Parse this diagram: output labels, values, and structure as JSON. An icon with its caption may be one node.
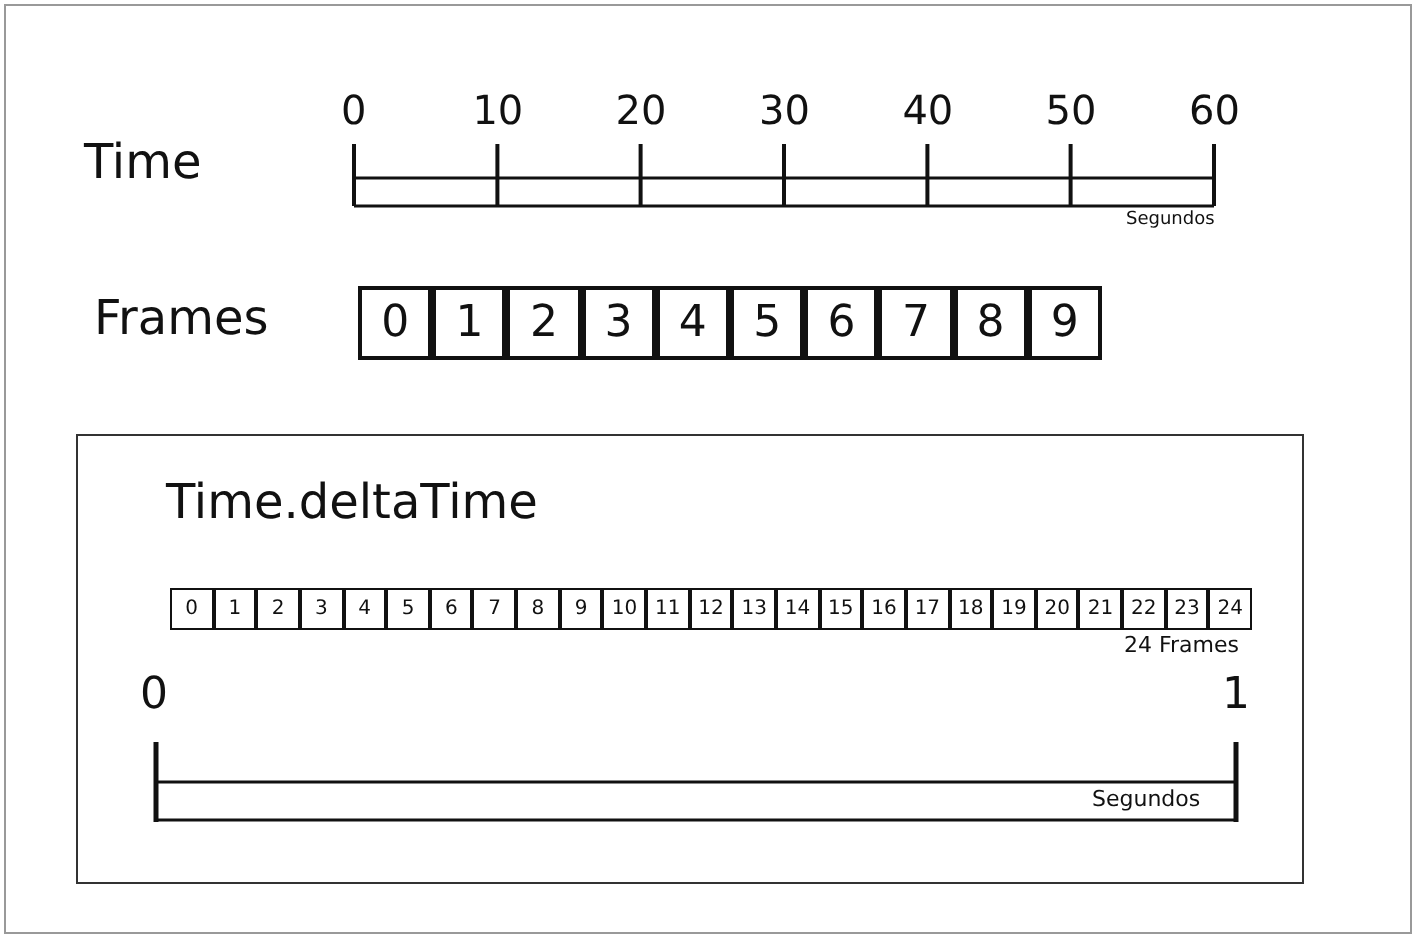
{
  "diagram": {
    "nodes": [
      {
        "text": [
          "0"
        ]
      },
      {
        "text": [
          "1"
        ]
      },
      {
        "text": [
          "2"
        ]
      },
      {
        "text": [
          "3"
        ]
      },
      {
        "text": [
          "4"
        ]
      },
      {
        "text": [
          "5"
        ]
      },
      {
        "text": [
          "6"
        ]
      },
      {
        "text": [
          "7"
        ]
      },
      {
        "text": [
          "8"
        ]
      },
      {
        "text": [
          "9"
        ]
      },
      {
        "text": [
          "Time.deltaTime"
        ]
      },
      {
        "text": [
          "0"
        ],
        "in": 10
      },
      {
        "text": [
          "1"
        ],
        "in": 10
      },
      {
        "text": [
          "2"
        ],
        "in": 10
      },
      {
        "text": [
          "3"
        ],
        "in": 10
      },
      {
        "text": [
          "4"
        ],
        "in": 10
      },
      {
        "text": [
          "5"
        ],
        "in": 10
      },
      {
        "text": [
          "6"
        ],
        "in": 10
      },
      {
        "text": [
          "7"
        ],
        "in": 10
      },
      {
        "text": [
          "8"
        ],
        "in": 10
      },
      {
        "text": [
          "9"
        ],
        "in": 10
      },
      {
        "text": [
          "10"
        ],
        "in": 10
      },
      {
        "text": [
          "11"
        ],
        "in": 10
      },
      {
        "text": [
          "12"
        ],
        "in": 10
      },
      {
        "text": [
          "13"
        ],
        "in": 10
      },
      {
        "text": [
          "14"
        ],
        "in": 10
      },
      {
        "text": [
          "15"
        ],
        "in": 10
      },
      {
        "text": [
          "16"
        ],
        "in": 10
      },
      {
        "text": [
          "17"
        ],
        "in": 10
      },
      {
        "text": [
          "18"
        ],
        "in": 10
      },
      {
        "text": [
          "19"
        ],
        "in": 10
      },
      {
        "text": [
          "20"
        ],
        "in": 10
      },
      {
        "text": [
          "21"
        ],
        "in": 10
      },
      {
        "text": [
          "22"
        ],
        "in": 10
      },
      {
        "text": [
          "23"
        ],
        "in": 10
      },
      {
        "text": [
          "24"
        ],
        "in": 10
      }
    ],
    "edges": [],
    "labels": [
      "0",
      "10",
      "20",
      "30",
      "40",
      "50",
      "60",
      "Time",
      "Segundos",
      "Frames",
      "24 Frames",
      "0",
      "1",
      "Segundos"
    ]
  }
}
